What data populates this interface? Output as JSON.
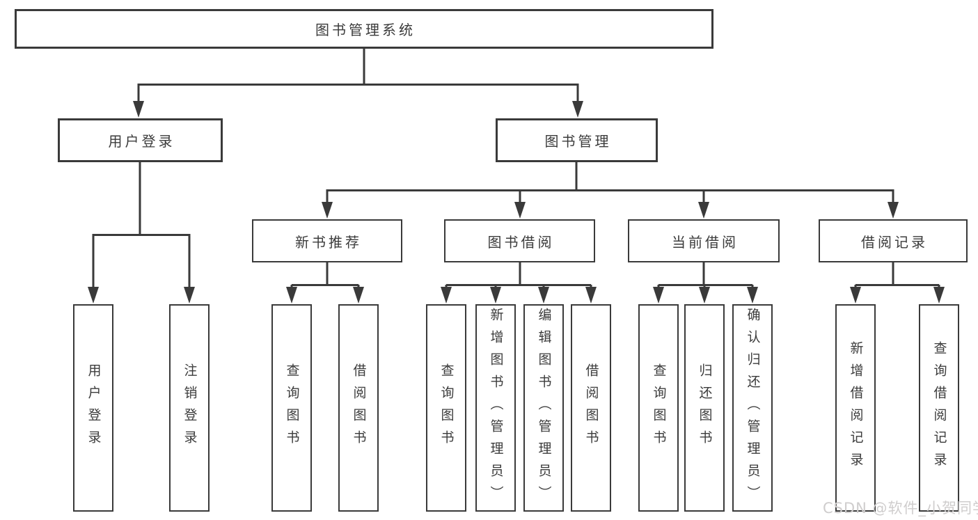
{
  "diagram": {
    "root": {
      "label": "图书管理系统"
    },
    "branches": [
      {
        "label": "用户登录",
        "children": [
          {
            "label": "用户登录"
          },
          {
            "label": "注销登录"
          }
        ]
      },
      {
        "label": "图书管理",
        "children": [
          {
            "label": "新书推荐",
            "children": [
              {
                "label": "查询图书"
              },
              {
                "label": "借阅图书"
              }
            ]
          },
          {
            "label": "图书借阅",
            "children": [
              {
                "label": "查询图书"
              },
              {
                "label": "新增图书（管理员）"
              },
              {
                "label": "编辑图书（管理员）"
              },
              {
                "label": "借阅图书"
              }
            ]
          },
          {
            "label": "当前借阅",
            "children": [
              {
                "label": "查询图书"
              },
              {
                "label": "归还图书"
              },
              {
                "label": "确认归还（管理员）"
              }
            ]
          },
          {
            "label": "借阅记录",
            "children": [
              {
                "label": "新增借阅记录"
              },
              {
                "label": "查询借阅记录"
              }
            ]
          }
        ]
      }
    ]
  },
  "watermark": {
    "text": "CSDN @软件_小贺同学"
  },
  "colors": {
    "line": "#3a3a3a",
    "text": "#3b3b3b",
    "watermark": "#cfcdcd",
    "background": "#ffffff"
  }
}
